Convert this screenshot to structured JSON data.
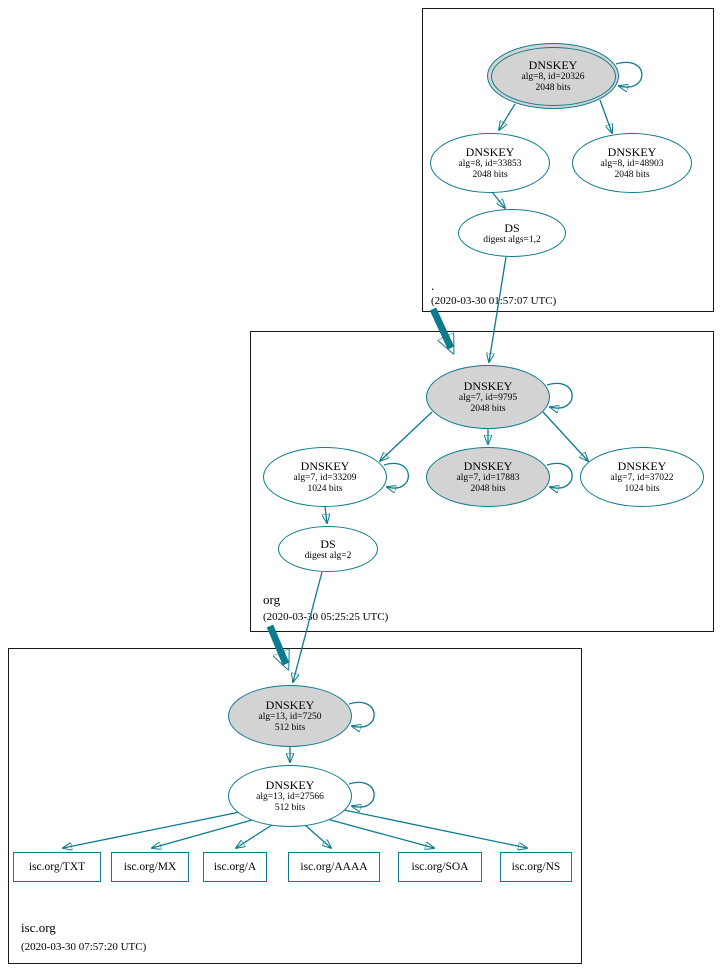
{
  "colors": {
    "edge": "#0c7b8d",
    "ksk_fill": "#d3d3d3"
  },
  "zones": {
    "root": {
      "label": ".",
      "timestamp": "(2020-03-30 01:57:07 UTC)"
    },
    "org": {
      "label": "org",
      "timestamp": "(2020-03-30 05:25:25 UTC)"
    },
    "isc": {
      "label": "isc.org",
      "timestamp": "(2020-03-30 07:57:20 UTC)"
    }
  },
  "nodes": {
    "root_ksk": {
      "title": "DNSKEY",
      "detail": "alg=8, id=20326",
      "bits": "2048 bits"
    },
    "root_zsk1": {
      "title": "DNSKEY",
      "detail": "alg=8, id=33853",
      "bits": "2048 bits"
    },
    "root_zsk2": {
      "title": "DNSKEY",
      "detail": "alg=8, id=48903",
      "bits": "2048 bits"
    },
    "root_ds": {
      "title": "DS",
      "detail": "digest algs=1,2"
    },
    "org_ksk": {
      "title": "DNSKEY",
      "detail": "alg=7, id=9795",
      "bits": "2048 bits"
    },
    "org_zsk1": {
      "title": "DNSKEY",
      "detail": "alg=7, id=33209",
      "bits": "1024 bits"
    },
    "org_ksk2": {
      "title": "DNSKEY",
      "detail": "alg=7, id=17883",
      "bits": "2048 bits"
    },
    "org_zsk2": {
      "title": "DNSKEY",
      "detail": "alg=7, id=37022",
      "bits": "1024 bits"
    },
    "org_ds": {
      "title": "DS",
      "detail": "digest alg=2"
    },
    "isc_ksk": {
      "title": "DNSKEY",
      "detail": "alg=13, id=7250",
      "bits": "512 bits"
    },
    "isc_zsk": {
      "title": "DNSKEY",
      "detail": "alg=13, id=27566",
      "bits": "512 bits"
    },
    "rr_txt": {
      "label": "isc.org/TXT"
    },
    "rr_mx": {
      "label": "isc.org/MX"
    },
    "rr_a": {
      "label": "isc.org/A"
    },
    "rr_aaaa": {
      "label": "isc.org/AAAA"
    },
    "rr_soa": {
      "label": "isc.org/SOA"
    },
    "rr_ns": {
      "label": "isc.org/NS"
    }
  }
}
